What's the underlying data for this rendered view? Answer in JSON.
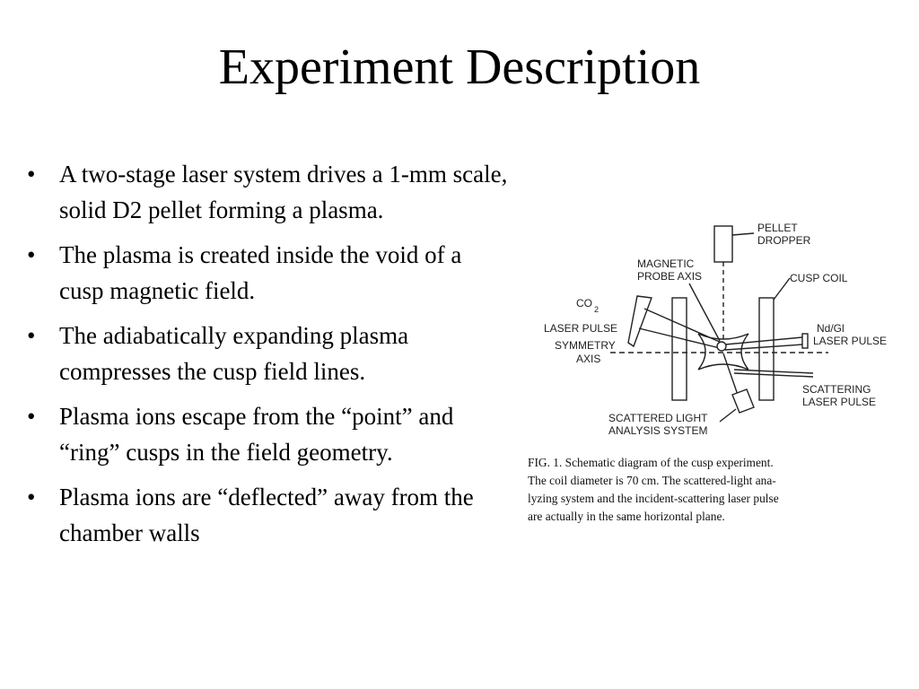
{
  "slide": {
    "title": "Experiment Description",
    "bullets": [
      "A two-stage laser system drives a 1-mm scale, solid D2 pellet forming a plasma.",
      "The plasma is created inside the void of a cusp magnetic field.",
      "The adiabatically expanding plasma compresses the cusp field lines.",
      "Plasma ions escape from the “point” and “ring” cusps in the field geometry.",
      "Plasma ions are “deflected” away from the chamber walls"
    ]
  },
  "figure": {
    "labels": {
      "pellet_dropper_1": "PELLET",
      "pellet_dropper_2": "DROPPER",
      "magnetic_probe_1": "MAGNETIC",
      "magnetic_probe_2": "PROBE AXIS",
      "cusp_coil": "CUSP COIL",
      "co2_1": "CO",
      "co2_sub": "2",
      "co2_2": "LASER PULSE",
      "ndgl_1": "Nd/Gl",
      "ndgl_2": "LASER PULSE",
      "symmetry_1": "SYMMETRY",
      "symmetry_2": "AXIS",
      "scattering_1": "SCATTERING",
      "scattering_2": "LASER PULSE",
      "scattered_1": "SCATTERED LIGHT",
      "scattered_2": "ANALYSIS SYSTEM"
    },
    "caption_lines": [
      "FIG. 1.  Schematic diagram of the cusp experiment.",
      "The coil diameter is 70 cm.  The scattered-light ana-",
      "lyzing system and the incident-scattering laser pulse",
      "are actually in the same horizontal plane."
    ]
  }
}
